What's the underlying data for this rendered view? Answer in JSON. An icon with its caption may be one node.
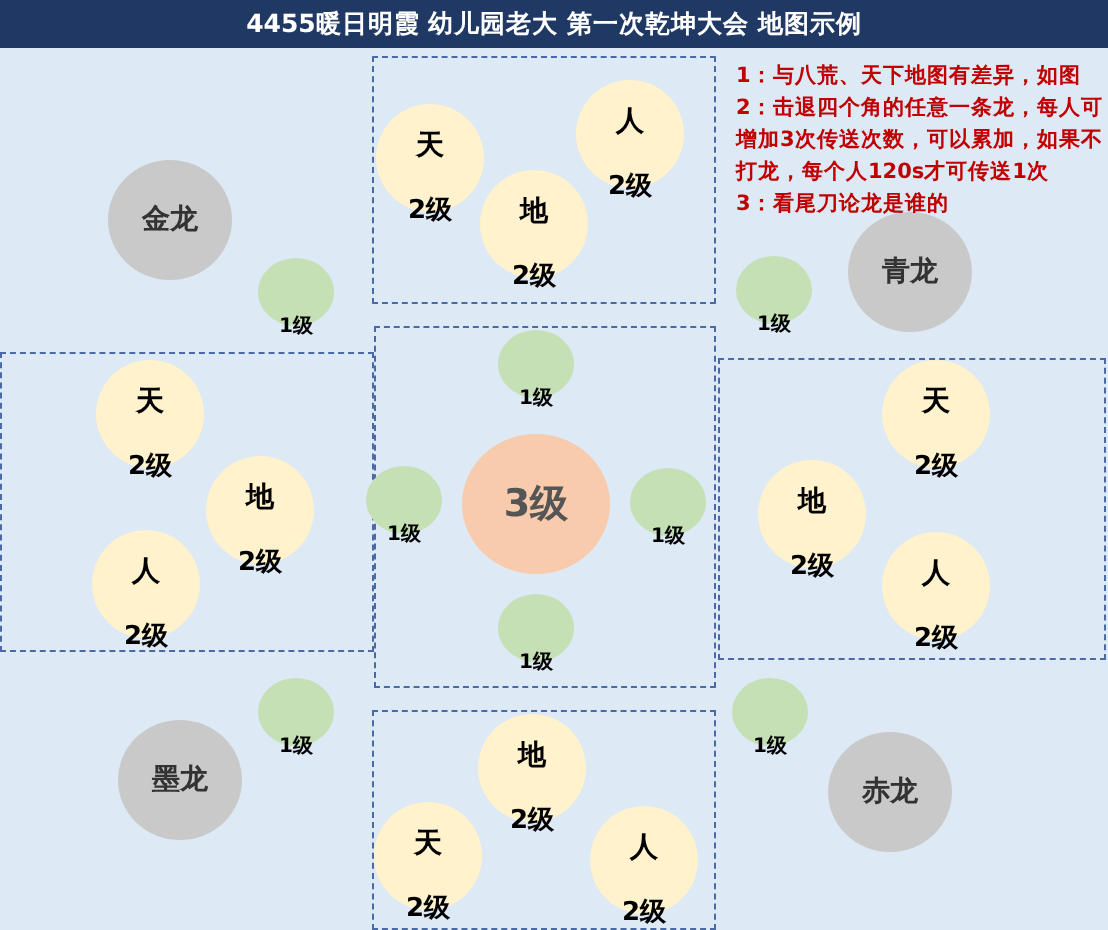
{
  "diagram": {
    "title": "4455暖日明霞 幼儿园老大 第一次乾坤大会 地图示例",
    "nodes": [
      {
        "text": [
          "人",
          "2级"
        ]
      },
      {
        "text": [
          "天",
          "2级"
        ]
      },
      {
        "text": [
          "金龙"
        ]
      },
      {
        "text": [
          "地",
          "2级"
        ]
      },
      {
        "text": [
          "青龙"
        ]
      },
      {
        "text": [
          "1级"
        ]
      },
      {
        "text": [
          "1级"
        ]
      },
      {
        "text": [
          "1级"
        ]
      },
      {
        "text": [
          "天",
          "2级"
        ]
      },
      {
        "text": [
          "天",
          "2级"
        ]
      },
      {
        "text": [
          "1级"
        ]
      },
      {
        "text": [
          "3级"
        ]
      },
      {
        "text": [
          "1级"
        ]
      },
      {
        "text": [
          "地",
          "2级"
        ]
      },
      {
        "text": [
          "地",
          "2级"
        ]
      },
      {
        "text": [
          "人",
          "2级"
        ]
      },
      {
        "text": [
          "人",
          "2级"
        ]
      },
      {
        "text": [
          "1级"
        ]
      },
      {
        "text": [
          "1级"
        ]
      },
      {
        "text": [
          "1级"
        ]
      },
      {
        "text": [
          "地",
          "2级"
        ]
      },
      {
        "text": [
          "墨龙"
        ]
      },
      {
        "text": [
          "赤龙"
        ]
      },
      {
        "text": [
          "天",
          "2级"
        ]
      },
      {
        "text": [
          "人",
          "2级"
        ]
      }
    ],
    "labels": [
      "1：与八荒、天下地图有差异，如图",
      "2：击退四个角的任意一条龙，每人可增加3次传送次数，可以累加，如果不打龙，每个人120s才可传送1次",
      "3：看尾刀论龙是谁的"
    ]
  }
}
